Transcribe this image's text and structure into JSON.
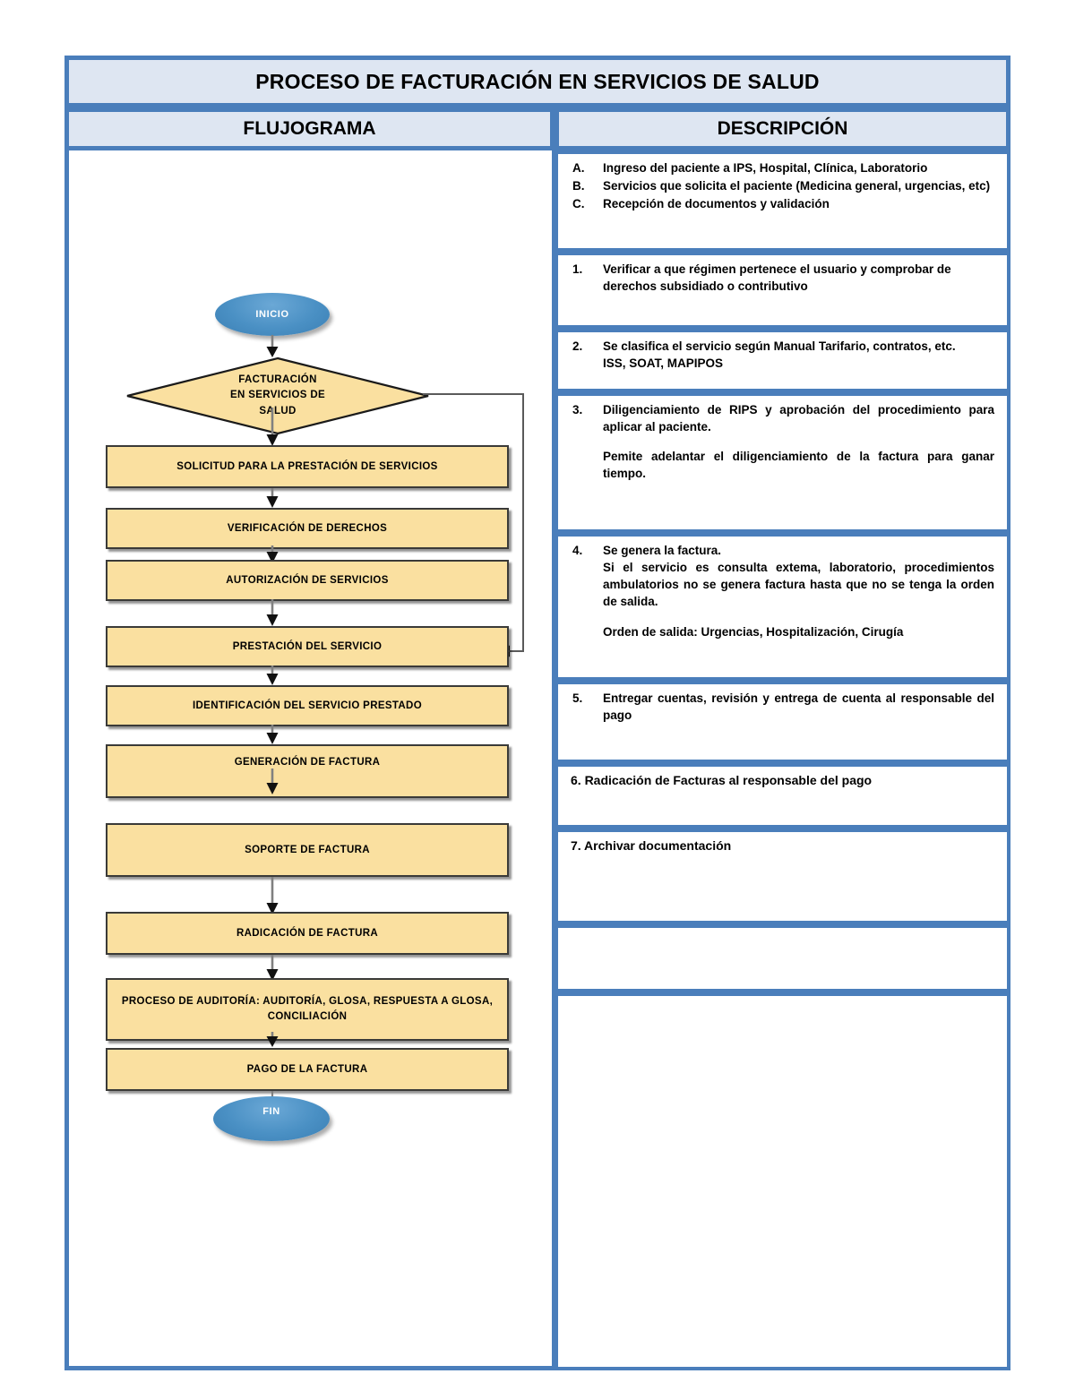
{
  "document": {
    "title": "PROCESO DE FACTURACIÓN EN SERVICIOS DE SALUD",
    "columns": {
      "flowchart": "FLUJOGRAMA",
      "description": "DESCRIPCIÓN"
    }
  },
  "flowchart": {
    "start": "INICIO",
    "end": "FIN",
    "decision": {
      "line1": "FACTURACIÓN",
      "line2": "EN SERVICIOS DE",
      "line3": "SALUD"
    },
    "steps": [
      {
        "label": "SOLICITUD PARA LA PRESTACIÓN DE SERVICIOS"
      },
      {
        "label": "VERIFICACIÓN DE DERECHOS"
      },
      {
        "label": "AUTORIZACIÓN DE SERVICIOS"
      },
      {
        "label": "PRESTACIÓN DEL SERVICIO"
      },
      {
        "label": "IDENTIFICACIÓN DEL SERVICIO PRESTADO"
      },
      {
        "label": "GENERACIÓN DE FACTURA"
      },
      {
        "label": "SOPORTE DE FACTURA"
      },
      {
        "label": "RADICACIÓN DE FACTURA"
      },
      {
        "label": "PROCESO DE AUDITORÍA: AUDITORÍA, GLOSA, RESPUESTA A GLOSA, CONCILIACIÓN"
      },
      {
        "label": "PAGO DE LA FACTURA"
      }
    ]
  },
  "descriptions": {
    "row_letters": [
      {
        "marker": "A.",
        "text": "Ingreso del paciente a IPS, Hospital, Clínica, Laboratorio"
      },
      {
        "marker": "B.",
        "text": "Servicios que solicita el paciente (Medicina general, urgencias, etc)"
      },
      {
        "marker": "C.",
        "text": "Recepción de documentos y validación"
      }
    ],
    "row_1": {
      "marker": "1.",
      "text": "Verificar a que régimen pertenece el usuario y comprobar de derechos subsidiado o contributivo"
    },
    "row_2": {
      "marker": "2.",
      "text": "Se clasifica el servicio según Manual Tarifario, contratos, etc.",
      "line2": "ISS, SOAT, MAPIPOS"
    },
    "row_3": {
      "marker": "3.",
      "text": "Diligenciamiento de RIPS y aprobación del procedimiento para aplicar al paciente.",
      "paragraph2": "Pemite adelantar el diligenciamiento de la factura para ganar tiempo."
    },
    "row_4": {
      "marker": "4.",
      "line1": "Se genera la factura.",
      "text": "Si el servicio es consulta extema, laboratorio, procedimientos ambulatorios no se genera factura hasta que no se tenga la orden de salida.",
      "paragraph2": "Orden de salida: Urgencias, Hospitalización, Cirugía"
    },
    "row_5": {
      "marker": "5.",
      "text": "Entregar cuentas, revisión y entrega de cuenta al responsable del pago"
    },
    "row_6": {
      "text": "6. Radicación de Facturas al responsable del pago"
    },
    "row_7": {
      "text": "7. Archivar documentación"
    },
    "row_8": {
      "text": ""
    },
    "row_9": {
      "text": ""
    }
  },
  "colors": {
    "border_blue": "#4A7EBB",
    "header_fill": "#DEE6F2",
    "process_fill": "#FAE0A0",
    "process_border": "#3A3A38",
    "terminal_blue": "#4A90C4",
    "connector": "#808080"
  }
}
